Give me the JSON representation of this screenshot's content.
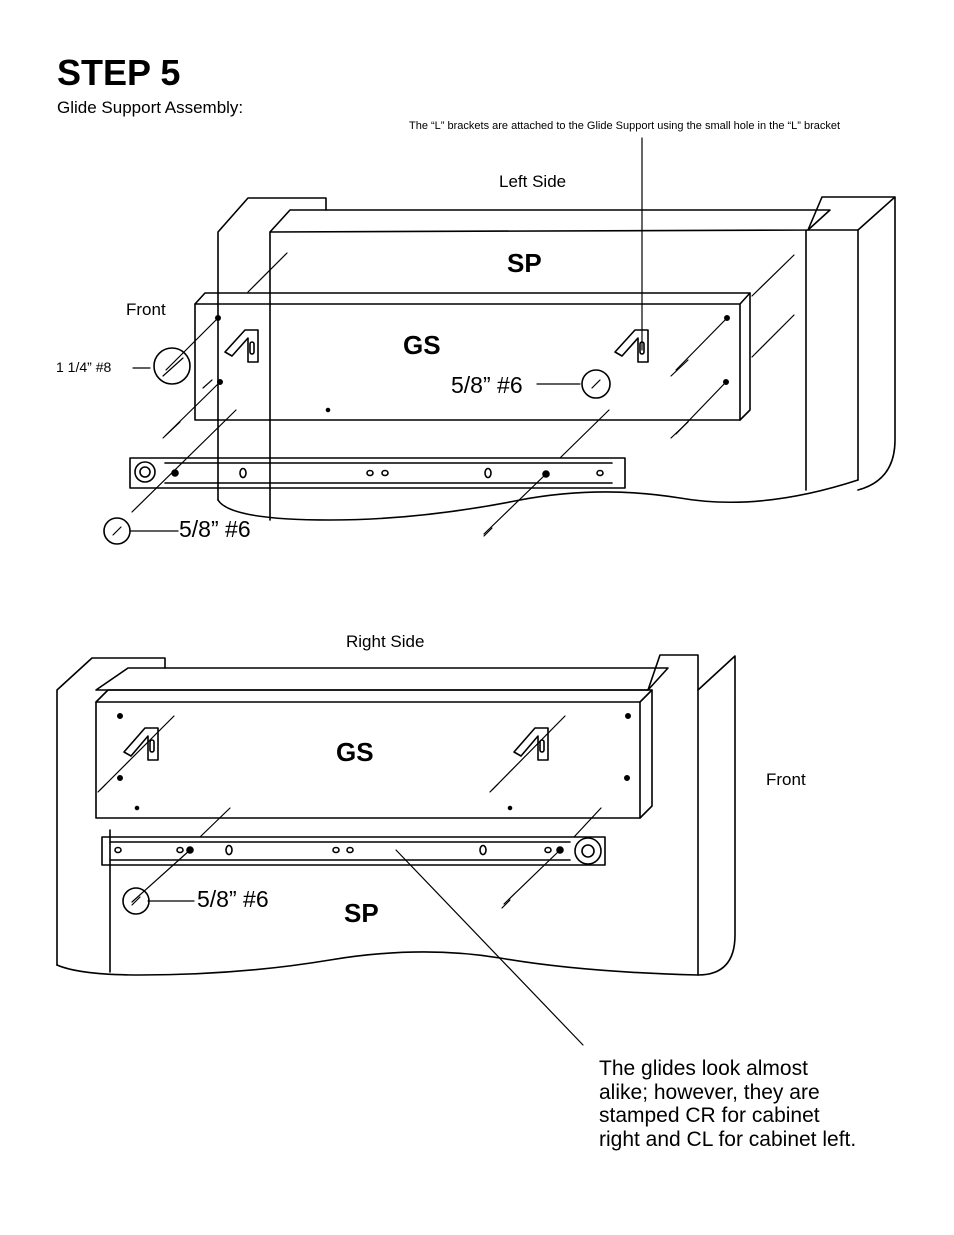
{
  "header": {
    "title": "STEP 5",
    "subtitle": "Glide Support Assembly:"
  },
  "top_diagram": {
    "note": "The “L” brackets are attached to the Glide Support using the small hole in the “L” bracket",
    "side_label": "Left Side",
    "front_label": "Front",
    "screw_long": "1 1/4” #8",
    "panel_label": "SP",
    "support_label": "GS",
    "screw_short_a": "5/8” #6",
    "screw_short_b": "5/8” #6"
  },
  "bottom_diagram": {
    "side_label": "Right Side",
    "support_label": "GS",
    "front_label": "Front",
    "screw_short": "5/8” #6",
    "panel_label": "SP"
  },
  "glides_note": "The glides look almost alike; however, they are stamped CR for cabinet right and CL for cabinet left."
}
